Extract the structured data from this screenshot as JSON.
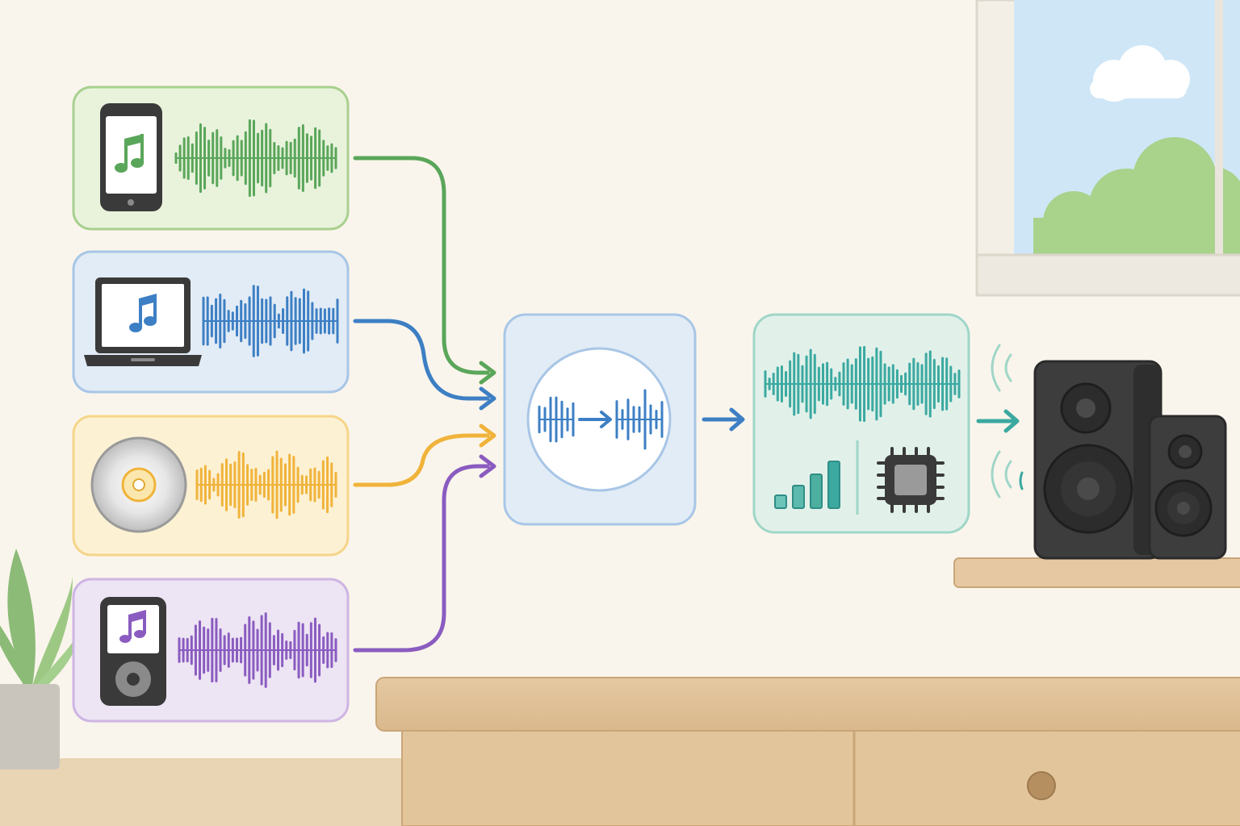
{
  "diagram": {
    "sources": [
      {
        "id": "phone",
        "device": "smartphone",
        "icon": "music-note-icon",
        "color": "#5aa65a",
        "fill": "#e9f3dc",
        "border": "#a8d08f"
      },
      {
        "id": "laptop",
        "device": "laptop",
        "icon": "music-note-icon",
        "color": "#3d7fc4",
        "fill": "#e2ecf6",
        "border": "#a8c6e6"
      },
      {
        "id": "cd",
        "device": "compact-disc",
        "icon": "disc-icon",
        "color": "#f0b33a",
        "fill": "#fdf1d4",
        "border": "#f5d58a"
      },
      {
        "id": "player",
        "device": "music-player",
        "icon": "music-note-icon",
        "color": "#8a5cc0",
        "fill": "#ede4f4",
        "border": "#cdb5e4"
      }
    ],
    "converter": {
      "icon": "waveform-convert-icon",
      "color": "#3d7fc4",
      "fill": "#e2ecf6",
      "border": "#a8c6e6"
    },
    "processor": {
      "icons": [
        "level-bars-icon",
        "chip-icon"
      ],
      "color": "#3ba9a0",
      "fill": "#e1f1ea",
      "border": "#9fd6c8"
    },
    "output": {
      "device": "speaker-pair",
      "icon": "speaker-icon",
      "color": "#3a3a3a"
    }
  }
}
